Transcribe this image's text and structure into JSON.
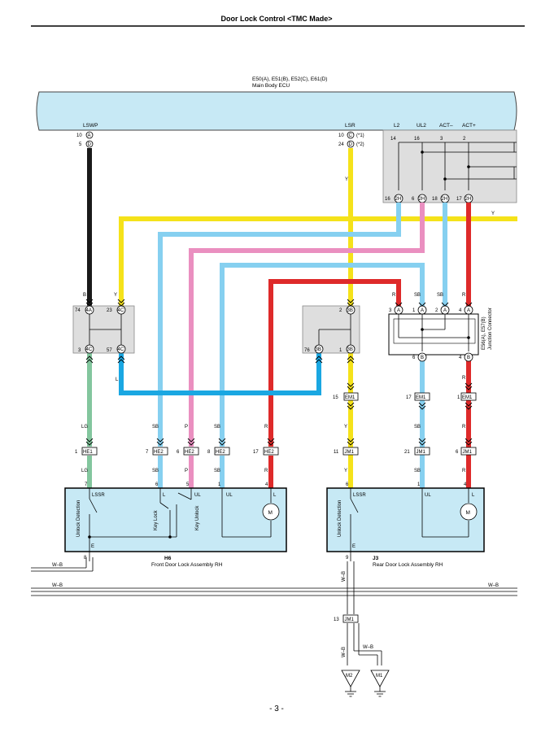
{
  "page": {
    "header": "Door Lock Control <TMC Made>",
    "footer": "- 3 -"
  },
  "colors": {
    "ecu_fill": "#c7e9f5",
    "junction_fill": "#dedede",
    "black": "#1a1a1a",
    "yellow": "#f5e21a",
    "sky": "#86d0f0",
    "blue": "#1aa7e2",
    "pink": "#ea8fc0",
    "red": "#de2a2a",
    "green": "#83c69e"
  },
  "ecu": {
    "connectors": "E50(A), E51(B), E52(C), E61(D)",
    "name": "Main Body ECU",
    "lswp": {
      "label": "LSWP",
      "pin1": "10",
      "pin1_conn": "A",
      "pin2": "5",
      "pin2_conn": "D"
    },
    "lsr": {
      "label": "LSR",
      "pin1": "10",
      "pin1_conn": "C",
      "pin1_note": "(*1)",
      "pin2": "24",
      "pin2_conn": "D",
      "pin2_note": "(*2)"
    },
    "out": {
      "l2": {
        "label": "L2",
        "pin": "14"
      },
      "ul2": {
        "label": "UL2",
        "pin": "16"
      },
      "actm": {
        "label": "ACT–",
        "pin": "3"
      },
      "actp": {
        "label": "ACT+",
        "pin": "2"
      }
    },
    "j2h": [
      {
        "pin": "16",
        "id": "2H"
      },
      {
        "pin": "6",
        "id": "2H"
      },
      {
        "pin": "18",
        "id": "2H"
      },
      {
        "pin": "17",
        "id": "2H"
      }
    ]
  },
  "wires": {
    "y_bus": "Y",
    "y_lsr": "Y",
    "lswp_b": "B",
    "jc_y": "Y",
    "jc_l": "L",
    "r_mid": "R",
    "sb_mid": "SB",
    "sb_mid2": "SB",
    "r_mid2": "R",
    "lg1": "LG",
    "lg2": "LG",
    "sb_a": "SB",
    "sb_b": "SB",
    "p_a": "P",
    "p_b": "P",
    "sb_c": "SB",
    "sb_d": "SB",
    "r_a": "R",
    "r_b": "R",
    "y_a": "Y",
    "y_b": "Y",
    "sb_e": "SB",
    "sb_f": "SB",
    "r_c": "R",
    "r_d": "R",
    "r_e": "R",
    "wb_left1": "W–B",
    "wb_right": "W–B",
    "wb_vert": "W–B",
    "wb_m2": "W–B",
    "wb_m1": "W–B"
  },
  "junction_4c": {
    "p74": "74",
    "p23": "23",
    "p3": "3",
    "p57": "57",
    "id_a": "4A",
    "id_c": "4C"
  },
  "junction_3b": {
    "p2": "2",
    "p1": "1",
    "p76": "76",
    "id": "3B"
  },
  "junction_e56": {
    "name": "E56(A), E57(B)",
    "desc": "Junction Connector",
    "pa": "3",
    "pb": "1",
    "pc": "2",
    "pd": "4",
    "pe": "6",
    "pf": "4",
    "ida": "A",
    "idb": "B"
  },
  "em1": [
    {
      "pin": "15",
      "id": "EM1"
    },
    {
      "pin": "17",
      "id": "EM1"
    },
    {
      "pin": "1",
      "id": "EM1"
    }
  ],
  "he": [
    {
      "pin": "1",
      "id": "HE1"
    },
    {
      "pin": "7",
      "id": "HE2"
    },
    {
      "pin": "6",
      "id": "HE2"
    },
    {
      "pin": "8",
      "id": "HE2"
    },
    {
      "pin": "17",
      "id": "HE2"
    }
  ],
  "jm": [
    {
      "pin": "11",
      "id": "JM1"
    },
    {
      "pin": "21",
      "id": "JM1"
    },
    {
      "pin": "6",
      "id": "JM1"
    }
  ],
  "front_door": {
    "id": "H6",
    "name": "Front Door Lock Assembly RH",
    "pins": {
      "p7": "7",
      "p6": "6",
      "p5": "5",
      "p1": "1",
      "p4": "4",
      "p8": "8"
    },
    "terms": {
      "lssr": "LSSR",
      "l1": "L",
      "ul": "UL",
      "ul2": "UL",
      "l2": "L",
      "e": "E"
    },
    "sw": {
      "unlock": "Unlock Detection",
      "keylock": "Key Lock",
      "keyunlock": "Key Unlock"
    },
    "motor": "M"
  },
  "rear_door": {
    "id": "J3",
    "name": "Rear Door Lock Assembly RH",
    "pins": {
      "p6": "6",
      "p1": "1",
      "p4": "4",
      "p9": "9"
    },
    "terms": {
      "lssr": "LSSR",
      "ul": "UL",
      "l": "L",
      "e": "E"
    },
    "sw": {
      "unlock": "Unlock Detection"
    },
    "motor": "M"
  },
  "jm_bottom": {
    "pin": "13",
    "id": "JM1"
  },
  "grounds": {
    "m2": "M2",
    "m1": "M1"
  }
}
